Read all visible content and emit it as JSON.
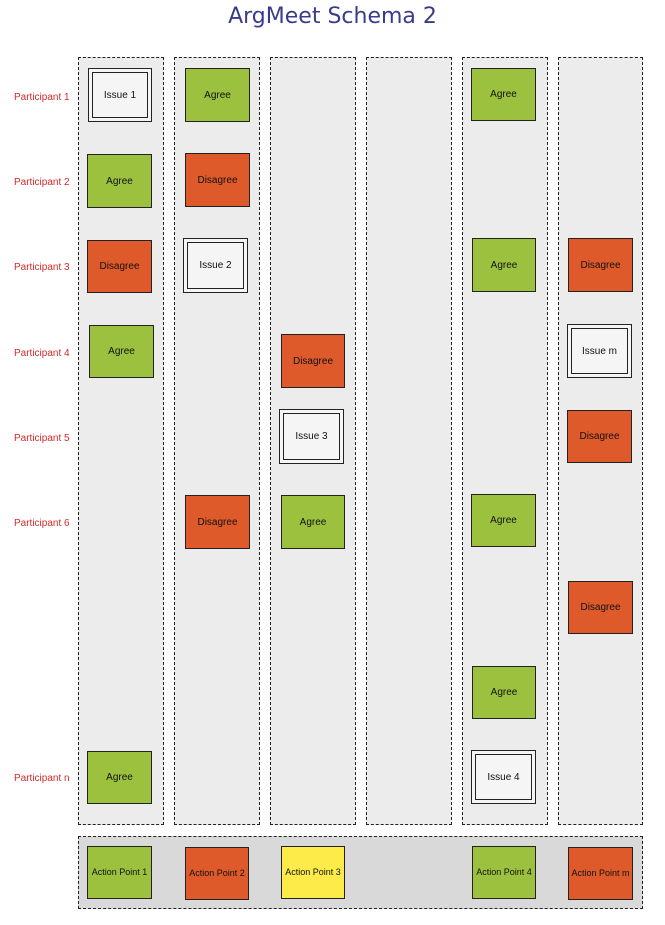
{
  "title": "ArgMeet Schema 2",
  "participants": [
    "Participant 1",
    "Participant 2",
    "Participant 3",
    "Participant 4",
    "Participant 5",
    "Participant 6",
    "Participant n"
  ],
  "columns": [
    {
      "items": [
        {
          "kind": "issue",
          "label": "Issue 1"
        },
        {
          "kind": "agree",
          "label": "Agree"
        },
        {
          "kind": "disagree",
          "label": "Disagree"
        },
        {
          "kind": "agree",
          "label": "Agree"
        },
        {
          "kind": "agree",
          "label": "Agree"
        }
      ]
    },
    {
      "items": [
        {
          "kind": "agree",
          "label": "Agree"
        },
        {
          "kind": "disagree",
          "label": "Disagree"
        },
        {
          "kind": "issue",
          "label": "Issue 2"
        },
        {
          "kind": "disagree",
          "label": "Disagree"
        }
      ]
    },
    {
      "items": [
        {
          "kind": "disagree",
          "label": "Disagree"
        },
        {
          "kind": "issue",
          "label": "Issue 3"
        },
        {
          "kind": "agree",
          "label": "Agree"
        }
      ]
    },
    {
      "items": []
    },
    {
      "items": [
        {
          "kind": "agree",
          "label": "Agree"
        },
        {
          "kind": "agree",
          "label": "Agree"
        },
        {
          "kind": "agree",
          "label": "Agree"
        },
        {
          "kind": "agree",
          "label": "Agree"
        },
        {
          "kind": "issue",
          "label": "Issue 4"
        }
      ]
    },
    {
      "items": [
        {
          "kind": "disagree",
          "label": "Disagree"
        },
        {
          "kind": "issue",
          "label": "Issue m"
        },
        {
          "kind": "disagree",
          "label": "Disagree"
        },
        {
          "kind": "disagree",
          "label": "Disagree"
        }
      ]
    }
  ],
  "action_points": [
    {
      "kind": "agree",
      "label": "Action Point 1"
    },
    {
      "kind": "disagree",
      "label": "Action Point 2"
    },
    {
      "kind": "yellow",
      "label": "Action Point 3"
    },
    {
      "kind": "agree",
      "label": "Action Point 4"
    },
    {
      "kind": "disagree",
      "label": "Action Point m"
    }
  ]
}
